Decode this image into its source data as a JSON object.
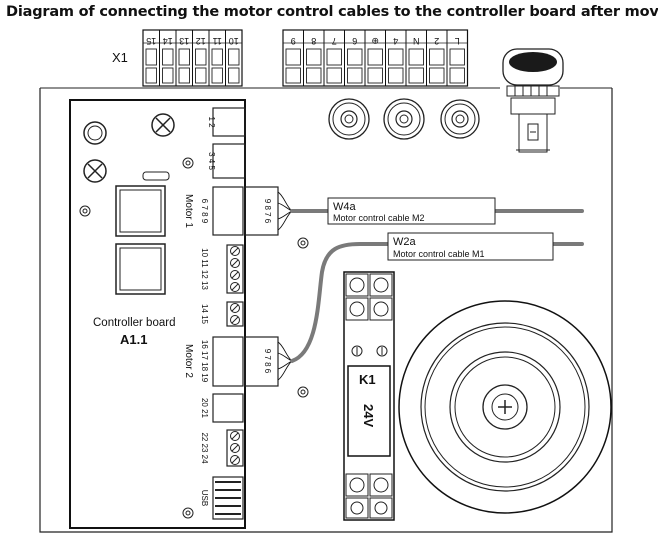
{
  "title": "Diagram of connecting the motor control cables to the controller board after moving",
  "terminal_strip": {
    "name": "X1",
    "left_group": [
      "15",
      "14",
      "13",
      "12",
      "11",
      "10"
    ],
    "right_group": [
      "9",
      "8",
      "7",
      "6",
      "⊕",
      "4",
      "N",
      "2",
      "L"
    ]
  },
  "board": {
    "label": "Controller board",
    "id": "A1.1",
    "motor1": "Motor 1",
    "motor2": "Motor 2",
    "usb": "USB",
    "connectors": {
      "c12": "1 2",
      "c345": "3 4 5",
      "c6789": "6 7 8 9",
      "c10_13": "10 11 12 13",
      "c1415": "14 15",
      "c16_19": "16 17 18 19",
      "c2021": "20 21",
      "c22_24": "22 23 24"
    },
    "plug_m1": "9 8 7 6",
    "plug_m2": "9 7 8 6"
  },
  "cables": [
    {
      "name": "W4a",
      "desc": "Motor control cable M2"
    },
    {
      "name": "W2a",
      "desc": "Motor control cable M1"
    }
  ],
  "relay": {
    "name": "K1",
    "voltage": "24V"
  },
  "colors": {
    "cable": "#7a7a7a",
    "line": "#111111"
  }
}
